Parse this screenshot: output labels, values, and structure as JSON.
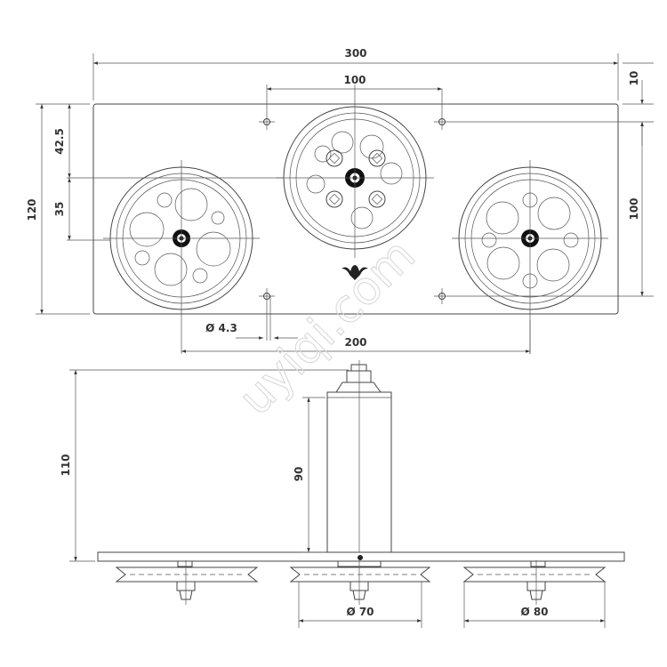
{
  "watermark": "uyiqi.com",
  "dimensions": {
    "overall_width": "300",
    "pulley_spacing": "100",
    "top_offset": "10",
    "offset_42_5": "42.5",
    "offset_35": "35",
    "plate_height": "120",
    "mount_spacing": "100",
    "hole_diameter": "Ø 4.3",
    "center_distance": "200",
    "total_height": "110",
    "column_height": "90",
    "pulley_diameter_small": "Ø 70",
    "pulley_diameter_large": "Ø 80"
  }
}
